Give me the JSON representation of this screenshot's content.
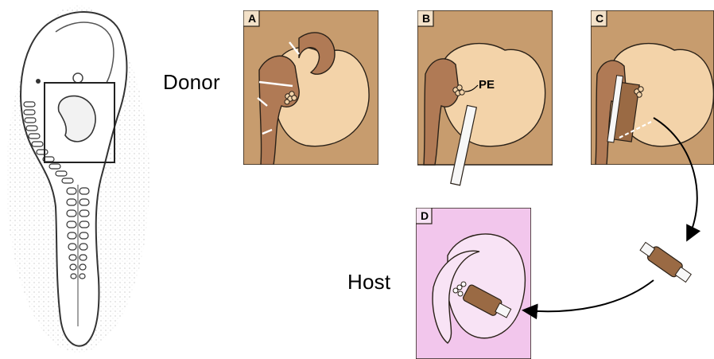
{
  "labels": {
    "donor": "Donor",
    "host": "Host",
    "structure_pe": "PE"
  },
  "panels": [
    {
      "id": "A",
      "letter": "A"
    },
    {
      "id": "B",
      "letter": "B"
    },
    {
      "id": "C",
      "letter": "C"
    },
    {
      "id": "D",
      "letter": "D"
    }
  ],
  "colors": {
    "donor_background": "#c79c6e",
    "donor_tissue": "#f3d3a9",
    "donor_tube": "#b07a55",
    "host_background": "#f2c6ec",
    "host_tissue": "#f8e3f5",
    "graft_tissue": "#9a6a44",
    "outline": "#2a2118",
    "letter_box": "#f3e1c8"
  }
}
